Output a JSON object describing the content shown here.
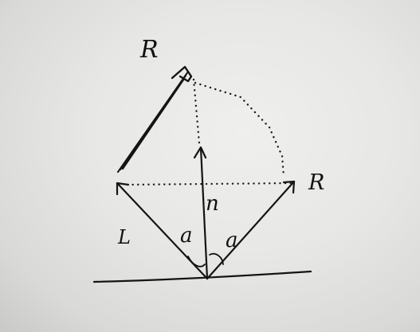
{
  "labels": {
    "reflected_top": "R",
    "reflected_right": "R",
    "light": "L",
    "normal": "n",
    "angle_left": "a",
    "angle_right": "a"
  }
}
